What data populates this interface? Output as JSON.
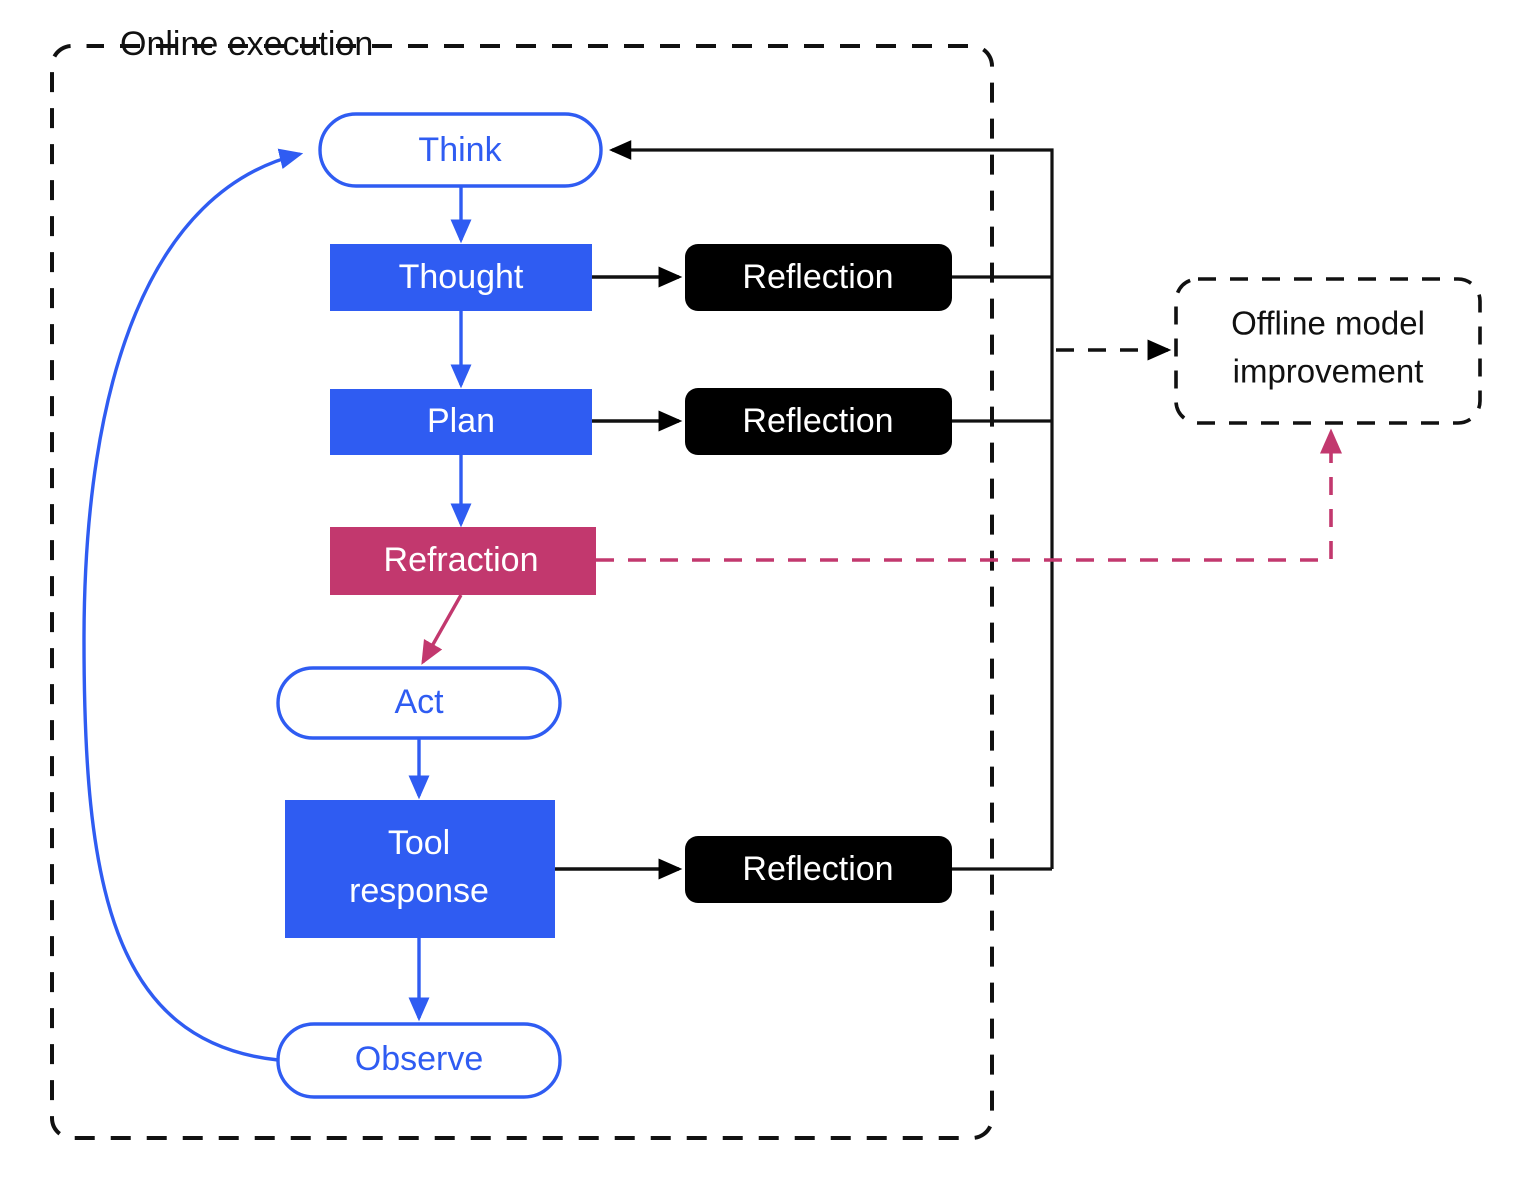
{
  "diagram": {
    "title": "Online execution",
    "colors": {
      "blue": "#2f5cf2",
      "crimson": "#c2386e",
      "black": "#000000",
      "white": "#ffffff",
      "outline_blue": "#2f5cf2"
    },
    "groups": [
      {
        "id": "online-execution",
        "label": "Online execution",
        "style": "dashed"
      }
    ],
    "nodes": [
      {
        "id": "think",
        "label": "Think",
        "shape": "pill",
        "fill": "#ffffff",
        "stroke": "#2f5cf2",
        "text_color": "#2f5cf2"
      },
      {
        "id": "thought",
        "label": "Thought",
        "shape": "rect",
        "fill": "#2f5cf2",
        "stroke": "none",
        "text_color": "#ffffff"
      },
      {
        "id": "plan",
        "label": "Plan",
        "shape": "rect",
        "fill": "#2f5cf2",
        "stroke": "none",
        "text_color": "#ffffff"
      },
      {
        "id": "refraction",
        "label": "Refraction",
        "shape": "rect",
        "fill": "#c2386e",
        "stroke": "none",
        "text_color": "#ffffff"
      },
      {
        "id": "act",
        "label": "Act",
        "shape": "pill",
        "fill": "#ffffff",
        "stroke": "#2f5cf2",
        "text_color": "#2f5cf2"
      },
      {
        "id": "tool-response",
        "label": "Tool response",
        "label_line1": "Tool",
        "label_line2": "response",
        "shape": "rect",
        "fill": "#2f5cf2",
        "stroke": "none",
        "text_color": "#ffffff"
      },
      {
        "id": "observe",
        "label": "Observe",
        "shape": "pill",
        "fill": "#ffffff",
        "stroke": "#2f5cf2",
        "text_color": "#2f5cf2"
      },
      {
        "id": "reflection-1",
        "label": "Reflection",
        "shape": "rounded-rect",
        "fill": "#000000",
        "stroke": "none",
        "text_color": "#ffffff"
      },
      {
        "id": "reflection-2",
        "label": "Reflection",
        "shape": "rounded-rect",
        "fill": "#000000",
        "stroke": "none",
        "text_color": "#ffffff"
      },
      {
        "id": "reflection-3",
        "label": "Reflection",
        "shape": "rounded-rect",
        "fill": "#000000",
        "stroke": "none",
        "text_color": "#ffffff"
      },
      {
        "id": "offline-model-improvement",
        "label": "Offline model improvement",
        "label_line1": "Offline model",
        "label_line2": "improvement",
        "shape": "rounded-rect-dashed",
        "fill": "#ffffff",
        "stroke": "#000000",
        "text_color": "#111111"
      }
    ],
    "edges": [
      {
        "from": "think",
        "to": "thought",
        "color": "#2f5cf2",
        "style": "solid"
      },
      {
        "from": "thought",
        "to": "plan",
        "color": "#2f5cf2",
        "style": "solid"
      },
      {
        "from": "plan",
        "to": "refraction",
        "color": "#2f5cf2",
        "style": "solid"
      },
      {
        "from": "refraction",
        "to": "act",
        "color": "#c2386e",
        "style": "solid"
      },
      {
        "from": "act",
        "to": "tool-response",
        "color": "#2f5cf2",
        "style": "solid"
      },
      {
        "from": "tool-response",
        "to": "observe",
        "color": "#2f5cf2",
        "style": "solid"
      },
      {
        "from": "observe",
        "to": "think",
        "color": "#2f5cf2",
        "style": "curved"
      },
      {
        "from": "thought",
        "to": "reflection-1",
        "color": "#000000",
        "style": "solid"
      },
      {
        "from": "plan",
        "to": "reflection-2",
        "color": "#000000",
        "style": "solid"
      },
      {
        "from": "tool-response",
        "to": "reflection-3",
        "color": "#000000",
        "style": "solid"
      },
      {
        "from": "reflection-1",
        "to": "think",
        "color": "#000000",
        "style": "solid"
      },
      {
        "from": "reflection-2",
        "to": "think",
        "color": "#000000",
        "style": "solid"
      },
      {
        "from": "reflection-3",
        "to": "think",
        "color": "#000000",
        "style": "solid"
      },
      {
        "from": "reflection-bus",
        "to": "offline-model-improvement",
        "color": "#000000",
        "style": "dashed"
      },
      {
        "from": "refraction",
        "to": "offline-model-improvement",
        "color": "#c2386e",
        "style": "dashed"
      }
    ]
  }
}
